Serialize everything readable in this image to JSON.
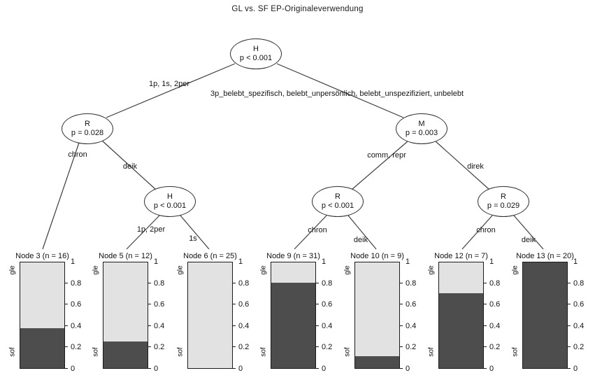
{
  "title": "GL vs. SF EP-Originaleverwendung",
  "tree": {
    "nodes": [
      {
        "var": "H",
        "p": "p < 0.001"
      },
      {
        "var": "R",
        "p": "p = 0.028"
      },
      {
        "var": "M",
        "p": "p = 0.003"
      },
      {
        "var": "H",
        "p": "p < 0.001"
      },
      {
        "var": "R",
        "p": "p < 0.001"
      },
      {
        "var": "R",
        "p": "p = 0.029"
      }
    ],
    "edge_labels": [
      "1p, 1s, 2per",
      "3p_belebt_spezifisch, belebt_unpersönlich, belebt_unspezifiziert, unbelebt",
      "chron",
      "deik",
      "1p, 2per",
      "1s",
      "comm, repr",
      "direk",
      "chron",
      "deik",
      "chron",
      "deik"
    ]
  },
  "axis": {
    "top_label": "gle",
    "bottom_label": "sof",
    "tick_labels": [
      "0",
      "0.2",
      "0.4",
      "0.6",
      "0.8",
      "1"
    ]
  },
  "colors": {
    "bar_dark": "#4d4d4d",
    "bar_light": "#e2e2e2",
    "line": "#3d3d3d",
    "text": "#111111"
  },
  "chart_data": {
    "type": "bar",
    "subtype": "conditional inference tree with stacked-bar terminal nodes",
    "title": "GL vs. SF EP-Originaleverwendung",
    "categories": [
      "Node 3 (n = 16)",
      "Node 5 (n = 12)",
      "Node 6 (n = 25)",
      "Node 9 (n = 31)",
      "Node 10 (n = 9)",
      "Node 12 (n = 7)",
      "Node 13 (n = 20)"
    ],
    "series": [
      {
        "name": "sof",
        "position": "bottom",
        "color": "#4d4d4d",
        "values": [
          0.375,
          0.25,
          0.0,
          0.81,
          0.11,
          0.71,
          1.0
        ]
      },
      {
        "name": "gle",
        "position": "top",
        "color": "#e2e2e2",
        "values": [
          0.625,
          0.75,
          1.0,
          0.19,
          0.89,
          0.29,
          0.0
        ]
      }
    ],
    "ylim": [
      0,
      1
    ],
    "yticks": [
      0,
      0.2,
      0.4,
      0.6,
      0.8,
      1
    ],
    "grid": false,
    "legend": "none",
    "tree": {
      "node": "H",
      "p": "p < 0.001",
      "left": {
        "edge": "1p, 1s, 2per",
        "node": "R",
        "p": "p = 0.028",
        "left": {
          "edge": "chron",
          "terminal": "Node 3 (n = 16)"
        },
        "right": {
          "edge": "deik",
          "node": "H",
          "p": "p < 0.001",
          "left": {
            "edge": "1p, 2per",
            "terminal": "Node 5 (n = 12)"
          },
          "right": {
            "edge": "1s",
            "terminal": "Node 6 (n = 25)"
          }
        }
      },
      "right": {
        "edge": "3p_belebt_spezifisch, belebt_unpersönlich, belebt_unspezifiziert, unbelebt",
        "node": "M",
        "p": "p = 0.003",
        "left": {
          "edge": "comm, repr",
          "node": "R",
          "p": "p < 0.001",
          "left": {
            "edge": "chron",
            "terminal": "Node 9 (n = 31)"
          },
          "right": {
            "edge": "deik",
            "terminal": "Node 10 (n = 9)"
          }
        },
        "right": {
          "edge": "direk",
          "node": "R",
          "p": "p = 0.029",
          "left": {
            "edge": "chron",
            "terminal": "Node 12 (n = 7)"
          },
          "right": {
            "edge": "deik",
            "terminal": "Node 13 (n = 20)"
          }
        }
      }
    }
  }
}
